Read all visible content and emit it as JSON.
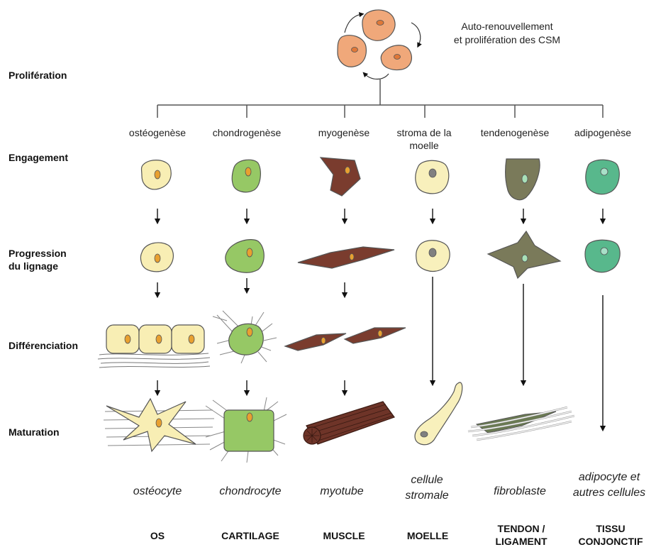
{
  "top_caption": [
    "Auto-renouvellement",
    "et prolifération des CSM"
  ],
  "stages": [
    "Prolifération",
    "Engagement",
    [
      "Progression",
      "du lignage"
    ],
    "Différenciation",
    "Maturation"
  ],
  "lineages": [
    {
      "process": "ostéogenèse",
      "cell": "ostéocyte",
      "tissue": "OS"
    },
    {
      "process": "chondrogenèse",
      "cell": "chondrocyte",
      "tissue": "CARTILAGE"
    },
    {
      "process": "myogenèse",
      "cell": "myotube",
      "tissue": "MUSCLE"
    },
    {
      "process": [
        "stroma de la",
        "moelle"
      ],
      "cell": [
        "cellule",
        "stromale"
      ],
      "tissue": "MOELLE"
    },
    {
      "process": "tendenogenèse",
      "cell": "fibroblaste",
      "tissue": [
        "TENDON /",
        "LIGAMENT"
      ]
    },
    {
      "process": "adipogenèse",
      "cell": [
        "adipocyte et",
        "autres cellules"
      ],
      "tissue": [
        "TISSU",
        "CONJONCTIF"
      ]
    }
  ],
  "colors": {
    "msc": "#f0a87a",
    "osteo": "#f8eeb4",
    "chondro": "#96c865",
    "muscle": "#7a3c2e",
    "stroma": "#f8f0bc",
    "tendon": "#7a7a5a",
    "adipo": "#58b88c",
    "nucleus": "#e8a030",
    "line": "#555555"
  }
}
